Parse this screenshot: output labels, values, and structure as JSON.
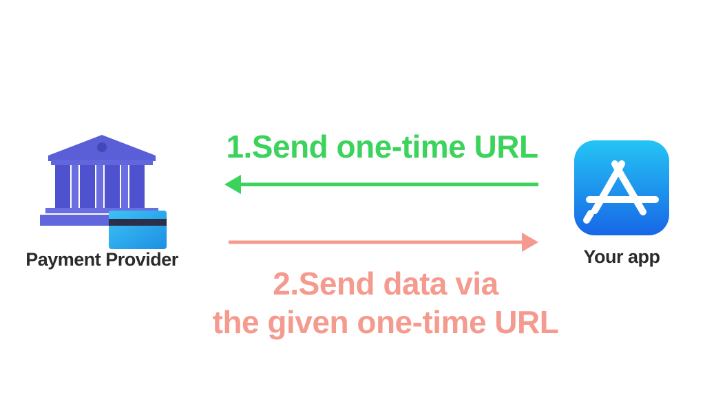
{
  "nodes": {
    "provider": {
      "label": "Payment Provider",
      "icon": "bank-with-card-icon"
    },
    "app": {
      "label": "Your app",
      "icon": "app-store-icon"
    }
  },
  "edges": {
    "step1": {
      "label": "1.Send one-time URL",
      "direction": "app-to-provider",
      "color": "#3cd35c"
    },
    "step2": {
      "label_line1": "2.Send data via",
      "label_line2": "the given one-time URL",
      "direction": "provider-to-app",
      "color": "#f59a8e"
    }
  },
  "colors": {
    "bank": "#5a5fd8",
    "card": "#2aa4e8",
    "app_icon": "#1e8ef0",
    "text": "#2b2b2b"
  }
}
